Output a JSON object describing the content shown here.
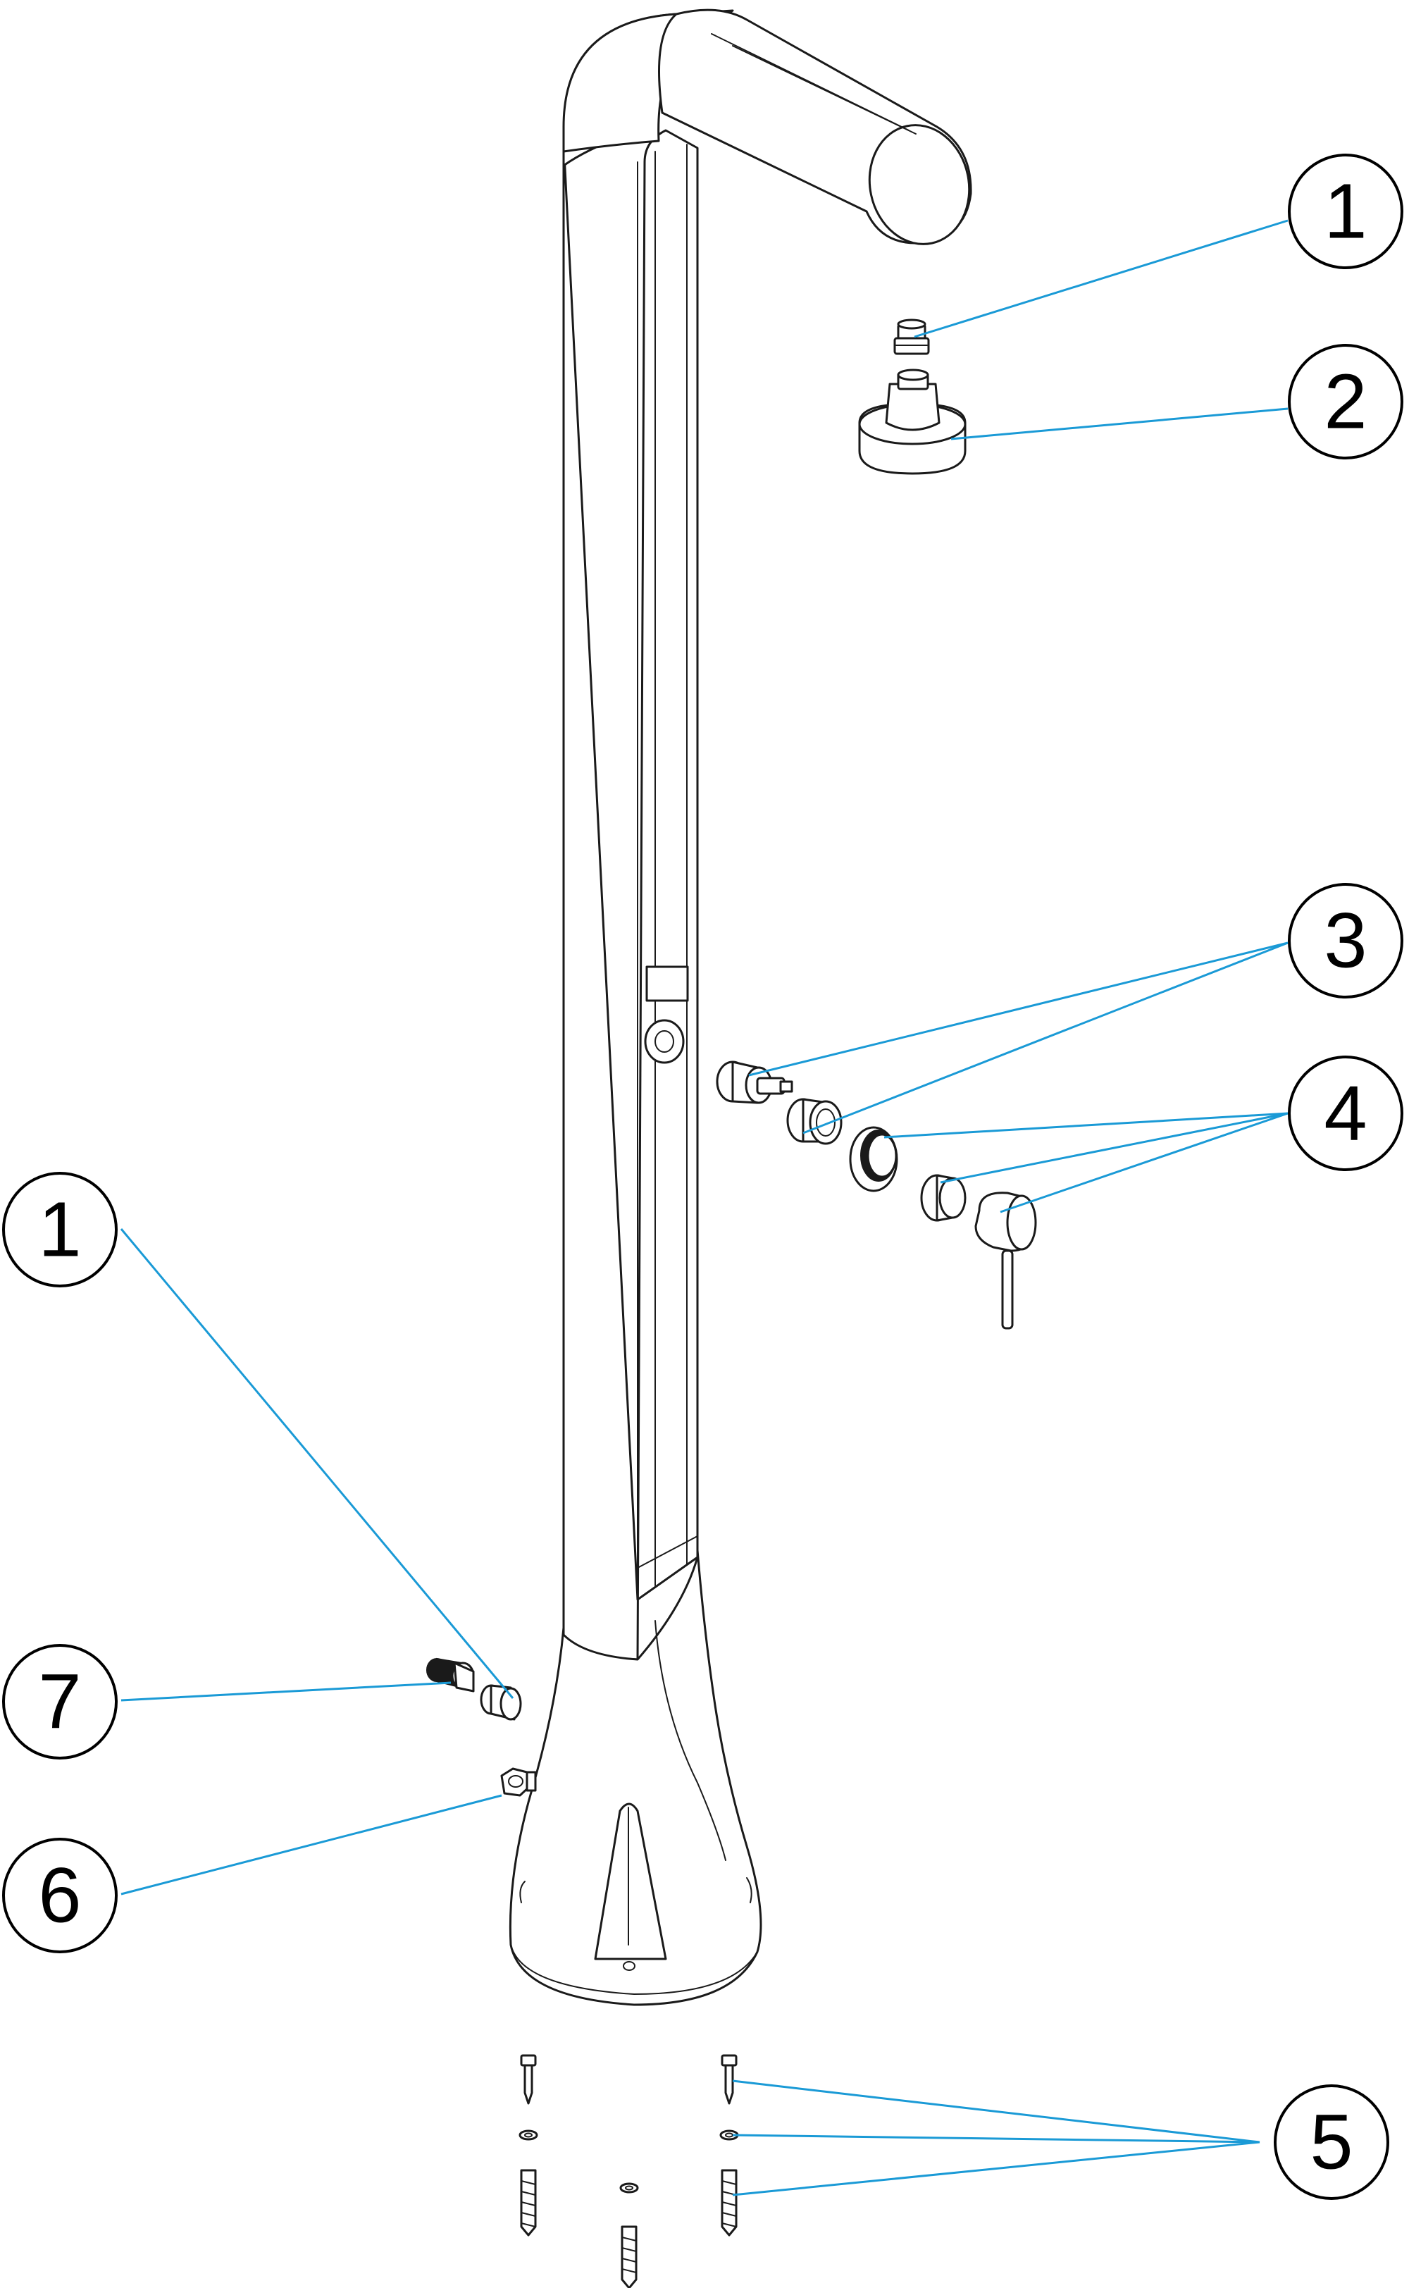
{
  "diagram": {
    "type": "exploded-parts-diagram",
    "accent_color": "#1a9ad6",
    "callouts": [
      {
        "id": "1",
        "label": "1"
      },
      {
        "id": "2",
        "label": "2"
      },
      {
        "id": "3",
        "label": "3"
      },
      {
        "id": "4",
        "label": "4"
      },
      {
        "id": "5",
        "label": "5"
      },
      {
        "id": "6",
        "label": "6"
      },
      {
        "id": "7",
        "label": "7"
      },
      {
        "id": "1b",
        "label": "1"
      }
    ]
  }
}
